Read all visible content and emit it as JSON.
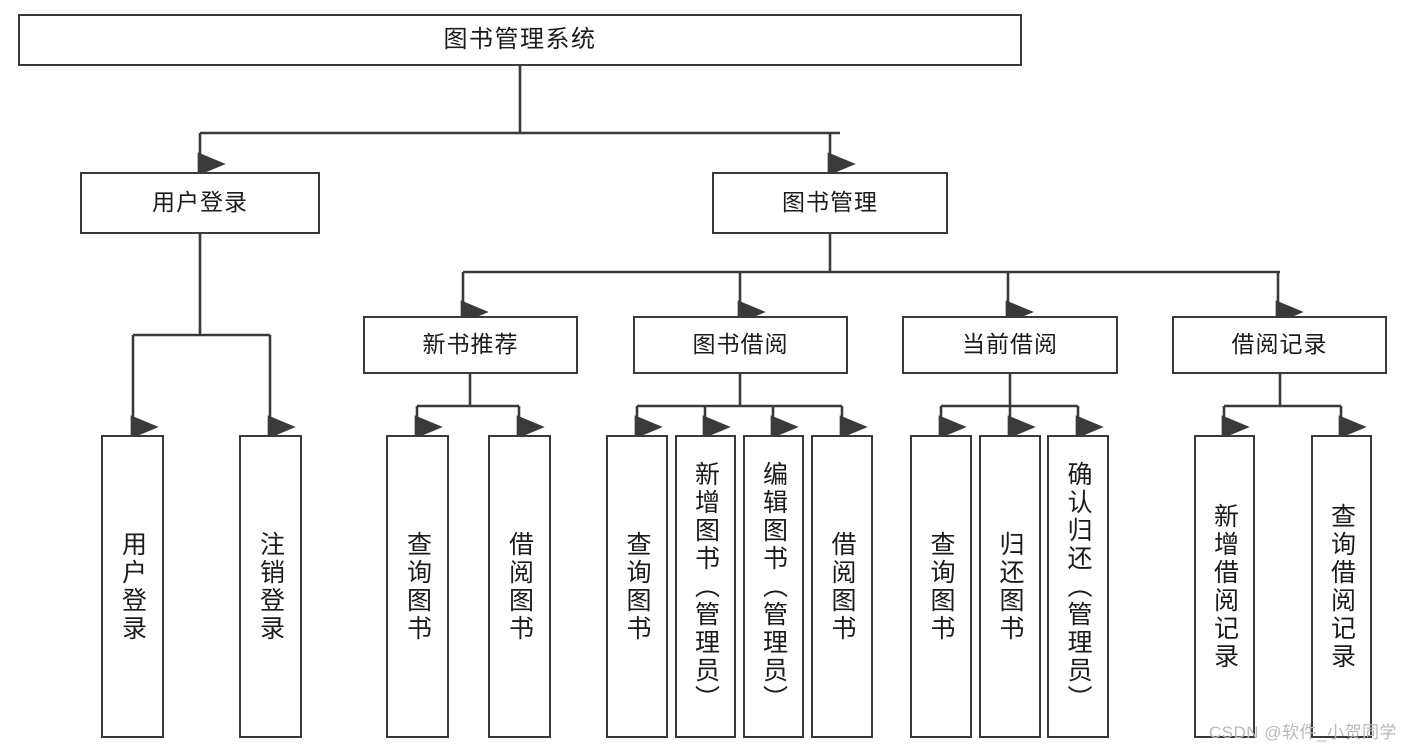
{
  "diagram": {
    "title": "图书管理系统",
    "type": "tree-hierarchy",
    "stroke_color": "#3a3a3a",
    "text_color": "#1b1b1b",
    "background_color": "#ffffff"
  },
  "nodes": {
    "root": {
      "label": "图书管理系统"
    },
    "level1": [
      {
        "label": "用户登录"
      },
      {
        "label": "图书管理"
      }
    ],
    "level2": [
      {
        "label": "新书推荐"
      },
      {
        "label": "图书借阅"
      },
      {
        "label": "当前借阅"
      },
      {
        "label": "借阅记录"
      }
    ],
    "leaves": {
      "user_login": [
        {
          "label": "用户登录"
        },
        {
          "label": "注销登录"
        }
      ],
      "new_book_recommend": [
        {
          "label": "查询图书"
        },
        {
          "label": "借阅图书"
        }
      ],
      "book_borrow": [
        {
          "label": "查询图书"
        },
        {
          "label": "新增图书（管理员）"
        },
        {
          "label": "编辑图书（管理员）"
        },
        {
          "label": "借阅图书"
        }
      ],
      "current_borrow": [
        {
          "label": "查询图书"
        },
        {
          "label": "归还图书"
        },
        {
          "label": "确认归还（管理员）"
        }
      ],
      "borrow_record": [
        {
          "label": "新增借阅记录"
        },
        {
          "label": "查询借阅记录"
        }
      ]
    }
  },
  "watermark": {
    "text": "CSDN @软件_小贺同学"
  }
}
